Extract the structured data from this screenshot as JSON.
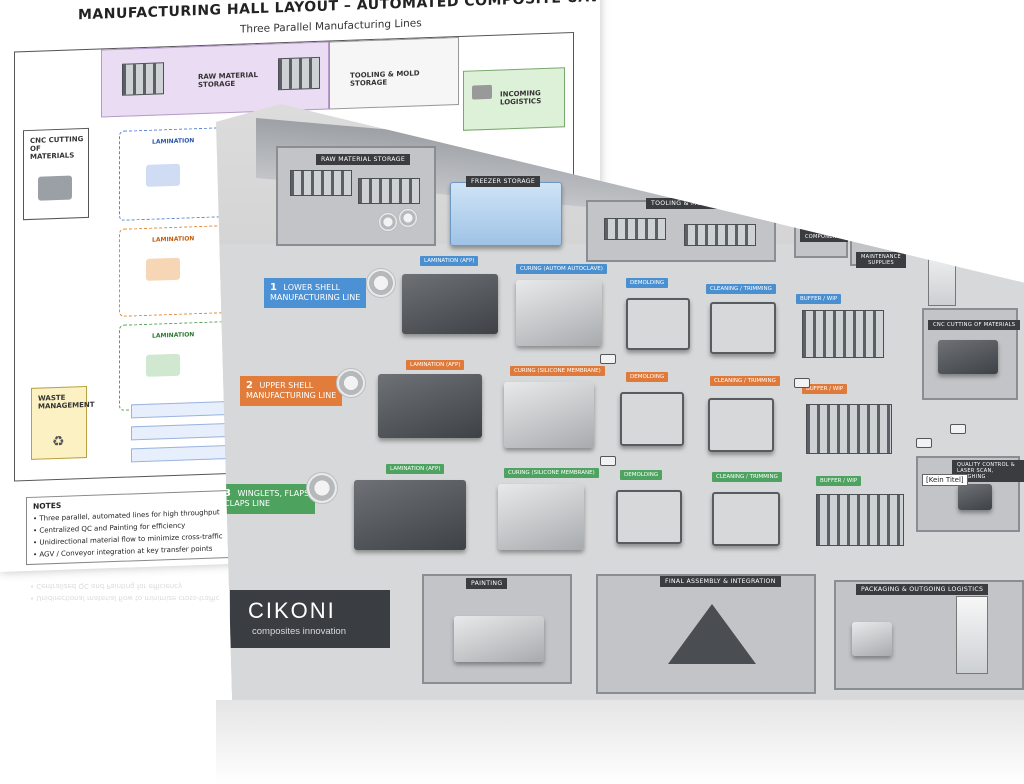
{
  "schematic": {
    "title": "MANUFACTURING HALL LAYOUT – AUTOMATED COMPOSITE UAV PRODUCTION",
    "subtitle": "Three Parallel Manufacturing Lines",
    "zones": {
      "raw_material": "RAW MATERIAL STORAGE",
      "tooling": "TOOLING & MOLD STORAGE",
      "incoming": "INCOMING LOGISTICS",
      "cnc": "CNC CUTTING OF MATERIALS",
      "waste": "WASTE MANAGEMENT"
    },
    "lines": [
      {
        "station": "LAMINATION",
        "color": "#5b84d6"
      },
      {
        "station": "LAMINATION",
        "color": "#e08a36"
      },
      {
        "station": "LAMINATION",
        "color": "#58a05a"
      }
    ],
    "notes_title": "NOTES",
    "notes": [
      "• Three parallel, automated lines for high throughput",
      "• Centralized QC and Painting for efficiency",
      "• Unidirectional material flow to minimize cross-traffic",
      "• AGV / Conveyor integration at key transfer points"
    ]
  },
  "render": {
    "areas": {
      "raw_material": "RAW MATERIAL STORAGE",
      "freezer": "FREEZER STORAGE",
      "tooling": "TOOLING & MOLD STORAGE",
      "parts": "PARTS & COMPONENTS",
      "maintenance": "MAINTENANCE SUPPLIES",
      "incoming": "INCOMING LOGISTICS",
      "cnc": "CNC CUTTING OF MATERIALS",
      "qc": "QUALITY CONTROL & LASER SCAN, WEIGHING",
      "painting": "PAINTING",
      "final_assembly": "FINAL ASSEMBLY & INTEGRATION",
      "packaging": "PACKAGING & OUTGOING LOGISTICS"
    },
    "lines": [
      {
        "number": "1",
        "name_1": "LOWER SHELL",
        "name_2": "MANUFACTURING LINE",
        "color": "#4b91d4",
        "stations": [
          "LAMINATION (AFP)",
          "CURING (AUTOM AUTOCLAVE)",
          "DEMOLDING",
          "CLEANING / TRIMMING",
          "BUFFER / WIP"
        ]
      },
      {
        "number": "2",
        "name_1": "UPPER SHELL",
        "name_2": "MANUFACTURING LINE",
        "color": "#e27c3a",
        "stations": [
          "LAMINATION (AFP)",
          "CURING (SILICONE MEMBRANE)",
          "DEMOLDING",
          "CLEANING / TRIMMING",
          "BUFFER / WIP"
        ]
      },
      {
        "number": "3",
        "name_1": "WINGLETS, FLAPS",
        "name_2": "CLAPS LINE",
        "color": "#4da35e",
        "stations": [
          "LAMINATION (AFP)",
          "CURING (SILICONE MEMBRANE)",
          "DEMOLDING",
          "CLEANING / TRIMMING",
          "BUFFER / WIP"
        ]
      }
    ],
    "kein_titel": "[Kein Titel]",
    "logo": {
      "name": "CIKONI",
      "tagline": "composites innovation"
    }
  }
}
